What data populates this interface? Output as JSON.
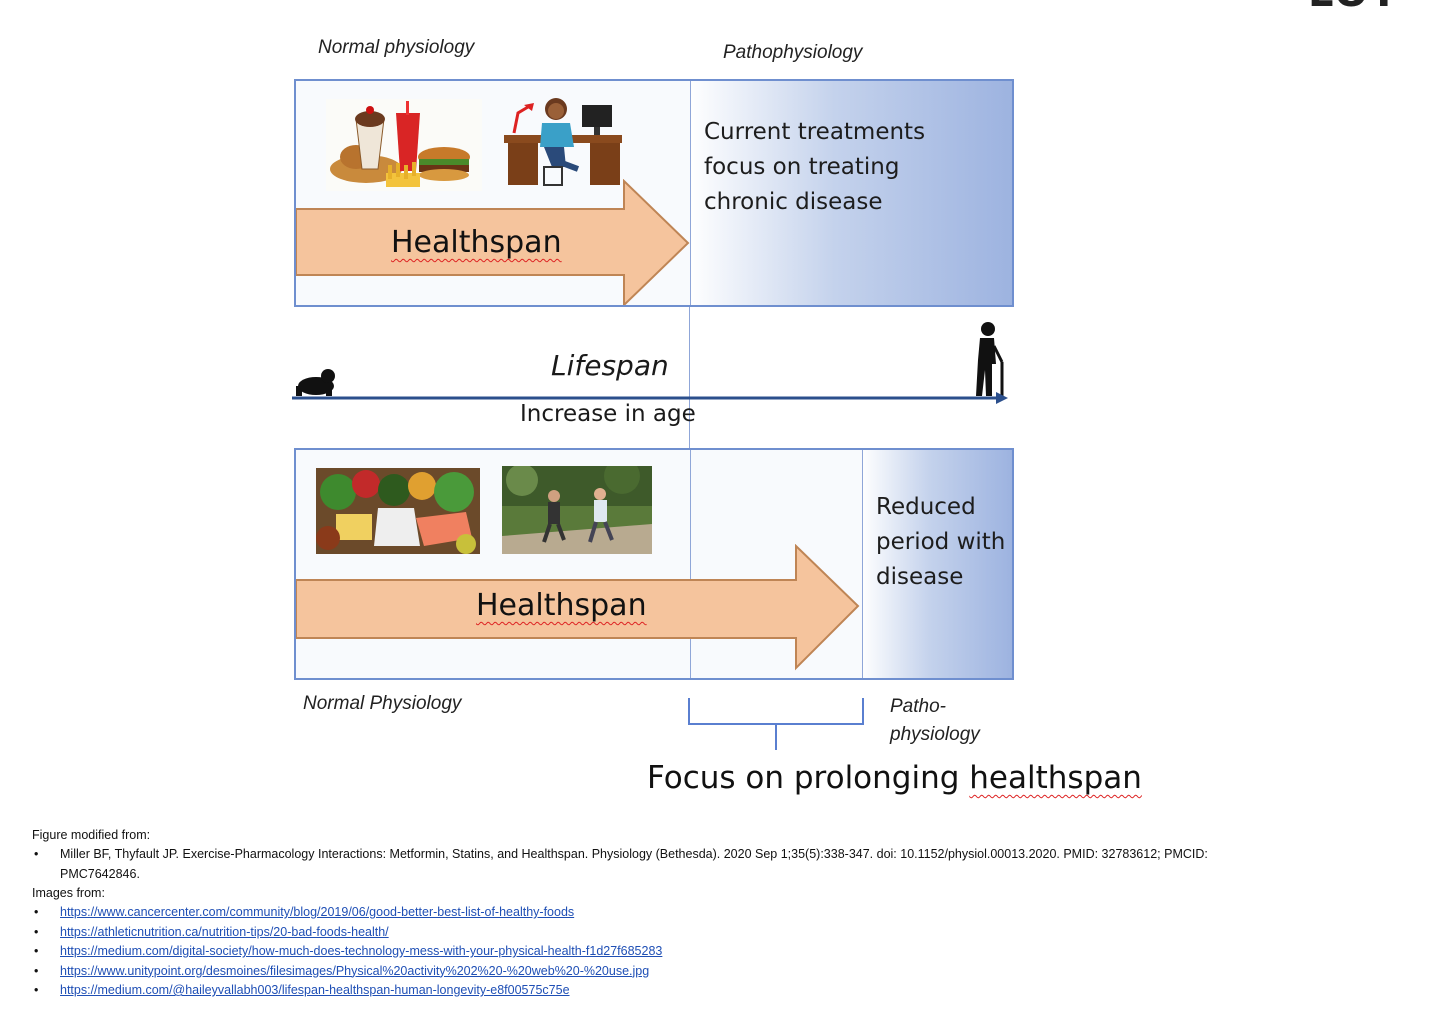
{
  "corner_text": "LOT",
  "top_diagram": {
    "left_label": "Normal physiology",
    "right_label": "Pathophysiology",
    "path_text": [
      "Current treatments",
      "focus on treating",
      "chronic disease"
    ],
    "arrow_label": "Healthspan"
  },
  "timeline": {
    "title": "Lifespan",
    "axis_label": "Increase in age"
  },
  "bottom_diagram": {
    "path_text": [
      "Reduced",
      "period with",
      "disease"
    ],
    "arrow_label": "Healthspan",
    "left_label": "Normal Physiology",
    "right_label": [
      "Patho-",
      "physiology"
    ]
  },
  "focus_text": "Focus on prolonging",
  "focus_text_underlined": "healthspan",
  "references": {
    "figure_heading": "Figure modified from:",
    "citation_lines": [
      "Miller BF, Thyfault JP. Exercise-Pharmacology Interactions: Metformin, Statins, and Healthspan. Physiology (Bethesda). 2020 Sep 1;35(5):338-347. doi: 10.1152/physiol.00013.2020. PMID: 32783612; PMCID:",
      "PMC7642846."
    ],
    "images_heading": "Images from:",
    "links": [
      "https://www.cancercenter.com/community/blog/2019/06/good-better-best-list-of-healthy-foods",
      "https://athleticnutrition.ca/nutrition-tips/20-bad-foods-health/",
      "https://medium.com/digital-society/how-much-does-technology-mess-with-your-physical-health-f1d27f685283",
      "https://www.unitypoint.org/desmoines/filesimages/Physical%20activity%202%20-%20web%20-%20use.jpg",
      "https://medium.com/@haileyvallabh003/lifespan-healthspan-human-longevity-e8f00575c75e"
    ]
  },
  "colors": {
    "arrow_fill": "#f5c49d",
    "arrow_stroke": "#bf8555",
    "panel_border": "#6f8fcf",
    "path_shade": "#9db3e0",
    "timeline_axis": "#2b4f8c",
    "bracket": "#5a7fd0",
    "link": "#1f4fb5"
  },
  "icons": {
    "unhealthy_food": "fast-food-image",
    "sedentary": "desk-worker-image",
    "healthy_food": "healthy-food-image",
    "exercise": "runners-image",
    "baby": "baby-crawling-icon",
    "elderly": "elderly-with-cane-icon"
  }
}
